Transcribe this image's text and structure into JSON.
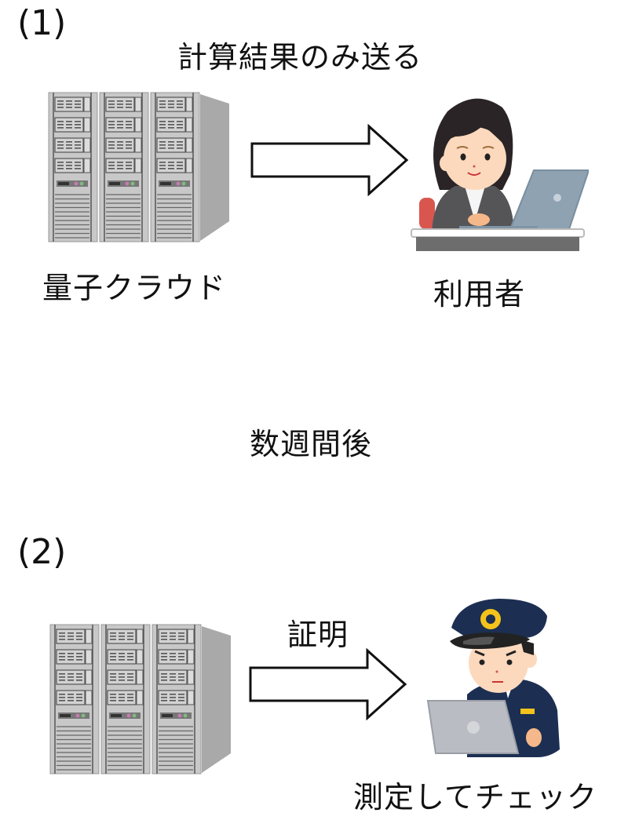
{
  "panel1": {
    "number": "(1)",
    "arrow_caption": "計算結果のみ送る",
    "source_label": "量子クラウド",
    "target_label": "利用者"
  },
  "transition": {
    "label": "数週間後"
  },
  "panel2": {
    "number": "(2)",
    "arrow_caption": "証明",
    "target_label": "測定してチェック"
  },
  "colors": {
    "server_body": "#c8c8c8",
    "server_line": "#555555",
    "server_side": "#a9a9a9",
    "hair": "#2a2426",
    "skin": "#fcd9bd",
    "suit_gray": "#555558",
    "laptop": "#8ea2b2",
    "police_navy": "#1c2f52",
    "badge_gold": "#f4c21a",
    "laptop_silver": "#b9bcc2"
  }
}
